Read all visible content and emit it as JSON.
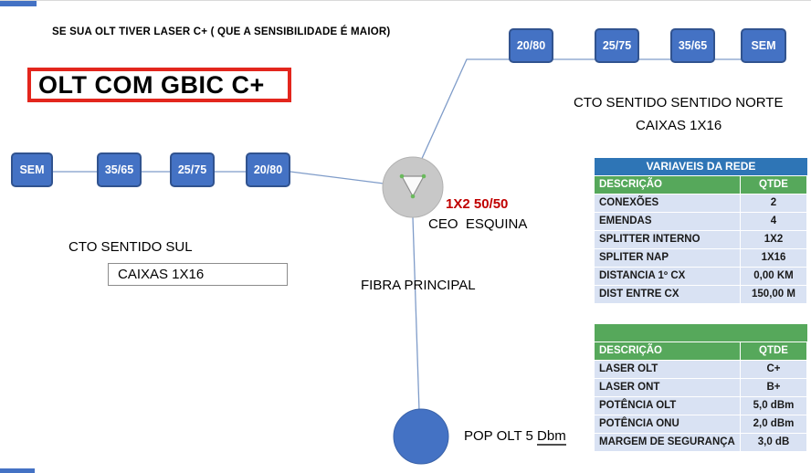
{
  "labels": {
    "note": "SE SUA OLT TIVER LASER C+ ( QUE A SENSIBILIDADE É MAIOR)",
    "olt": "OLT COM GBIC C+",
    "cto_norte": "CTO SENTIDO SENTIDO NORTE",
    "caixas_norte": "CAIXAS 1X16",
    "cto_sul": "CTO SENTIDO SUL",
    "caixas_sul": "CAIXAS 1X16",
    "fibra": "FIBRA PRINCIPAL",
    "splitter_ratio": "1X2 50/50",
    "ceo": "CEO  ESQUINA",
    "pop_prefix": "POP OLT 5 ",
    "pop_suffix": "Dbm"
  },
  "north_branch": {
    "boxes": [
      "20/80",
      "25/75",
      "35/65",
      "SEM"
    ]
  },
  "south_branch": {
    "boxes": [
      "SEM",
      "35/65",
      "25/75",
      "20/80"
    ]
  },
  "tables": {
    "rede": {
      "title": "VARIAVEIS DA REDE",
      "headers": {
        "desc": "DESCRIÇÃO",
        "qtde": "QTDE"
      },
      "rows": [
        {
          "desc": "CONEXÕES",
          "qtde": "2"
        },
        {
          "desc": "EMENDAS",
          "qtde": "4"
        },
        {
          "desc": "SPLITTER INTERNO",
          "qtde": "1X2"
        },
        {
          "desc": "SPLITER NAP",
          "qtde": "1X16"
        },
        {
          "desc": "DISTANCIA 1º CX",
          "qtde": "0,00 KM"
        },
        {
          "desc": "DIST ENTRE CX",
          "qtde": "150,00 M"
        }
      ]
    },
    "laser": {
      "headers": {
        "desc": "DESCRIÇÃO",
        "qtde": "QTDE"
      },
      "rows": [
        {
          "desc": "LASER OLT",
          "qtde": "C+"
        },
        {
          "desc": "LASER ONT",
          "qtde": "B+"
        },
        {
          "desc": "POTÊNCIA OLT",
          "qtde": "5,0 dBm"
        },
        {
          "desc": "POTÊNCIA ONU",
          "qtde": "2,0 dBm"
        },
        {
          "desc": "MARGEM DE SEGURANÇA",
          "qtde": "3,0 dB"
        }
      ]
    }
  },
  "colors": {
    "box_blue": "#4472C4",
    "box_border": "#31538F",
    "line_blue": "#7F9CC9",
    "table_title_blue": "#2E75B6",
    "header_green": "#56A85B",
    "row_light_blue": "#D9E2F3",
    "alert_red": "#C00000",
    "olt_border_red": "#E3261D",
    "node_gray": "#C8C8C8"
  }
}
